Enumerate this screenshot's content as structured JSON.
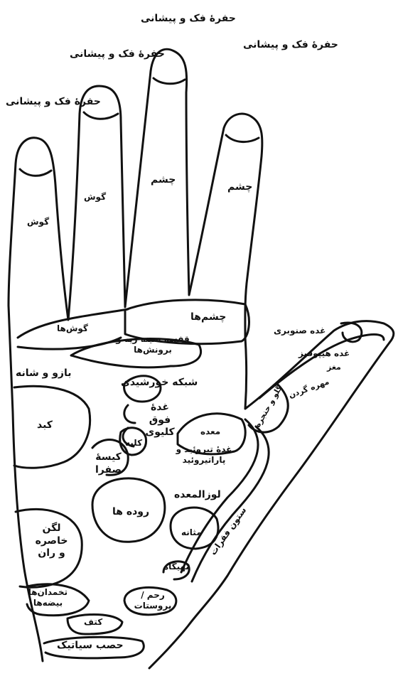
{
  "fingers": {
    "little_tip": "حفرهٔ فک و پیشانی",
    "ring_tip": "حفرهٔ فک و پیشانی",
    "middle_tip": "حفرهٔ فک و پیشانی",
    "index_tip": "حفرهٔ فک و پیشانی",
    "little_mid": "گوش",
    "ring_mid": "گوش",
    "middle_mid": "چشم",
    "index_mid": "چشم"
  },
  "palm": {
    "ears": "گوش‌ها",
    "eyes": "چشم‌ها",
    "chest": "قفسه سینه ریه و برونش‌ها",
    "shoulder": "بازو و شانه",
    "solar_plexus": "شبکه خورشیدی",
    "adrenal": "غدهٔ فوق کلیوی",
    "kidney": "کلیه",
    "liver": "کبد",
    "gallbladder": "کیسهٔ صفرا",
    "stomach": "معده",
    "thyroid": "غدهٔ تیروئید و پاراتیروئید",
    "pancreas": "لوزالمعده",
    "intestines": "روده ها",
    "hip": "لگن خاصره و ران",
    "bladder": "مثانه",
    "genitals": "تهیگاه",
    "uterus": "رحم / پروستات",
    "ovaries": "تخمدان‌ها بیضه‌ها",
    "shoulder_blade": "کتف",
    "sciatic": "حصب سیاتیک"
  },
  "thumb": {
    "pineal": "غده صنوبری",
    "pituitary": "غده هیپوفیز",
    "brain": "مغز",
    "neck": "مهره گردن",
    "neck_throat": "گلو و حنجره",
    "spine": "ستون فقرات"
  }
}
